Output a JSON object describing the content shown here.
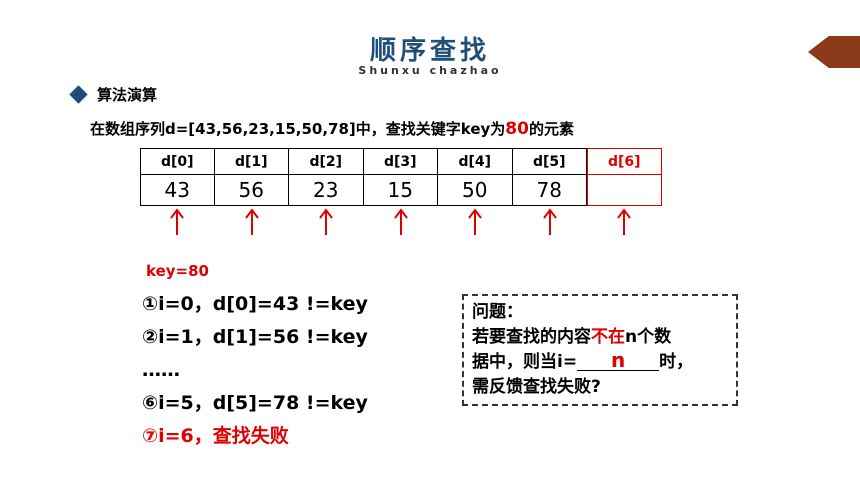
{
  "header": {
    "title": "顺序查找",
    "subtitle": "Shunxu chazhao"
  },
  "section": {
    "label": "算法演算"
  },
  "problem": {
    "prefix": "在数组序列d=[43,56,23,15,50,78]中，查找关键字key为",
    "key_value": "80",
    "suffix": "的元素"
  },
  "array": {
    "indices": [
      "d[0]",
      "d[1]",
      "d[2]",
      "d[3]",
      "d[4]",
      "d[5]",
      "d[6]"
    ],
    "values": [
      "43",
      "56",
      "23",
      "15",
      "50",
      "78",
      ""
    ]
  },
  "key_label": "key=80",
  "steps": [
    "①i=0，d[0]=43   !=key",
    "②i=1，d[1]=56   !=key",
    "……",
    "⑥i=5，d[5]=78   !=key",
    "⑦i=6，查找失败"
  ],
  "question": {
    "heading": "问题：",
    "line1_prefix": "若要查找的内容",
    "line1_highlight": "不在",
    "line1_suffix": "n个数",
    "line2_prefix": "据中，则当i=",
    "answer": "n",
    "line2_suffix": "时，",
    "line3": "需反馈查找失败?"
  },
  "colors": {
    "title": "#1f4e79",
    "accent_red": "#e00000",
    "corner": "#8b3a1a"
  }
}
